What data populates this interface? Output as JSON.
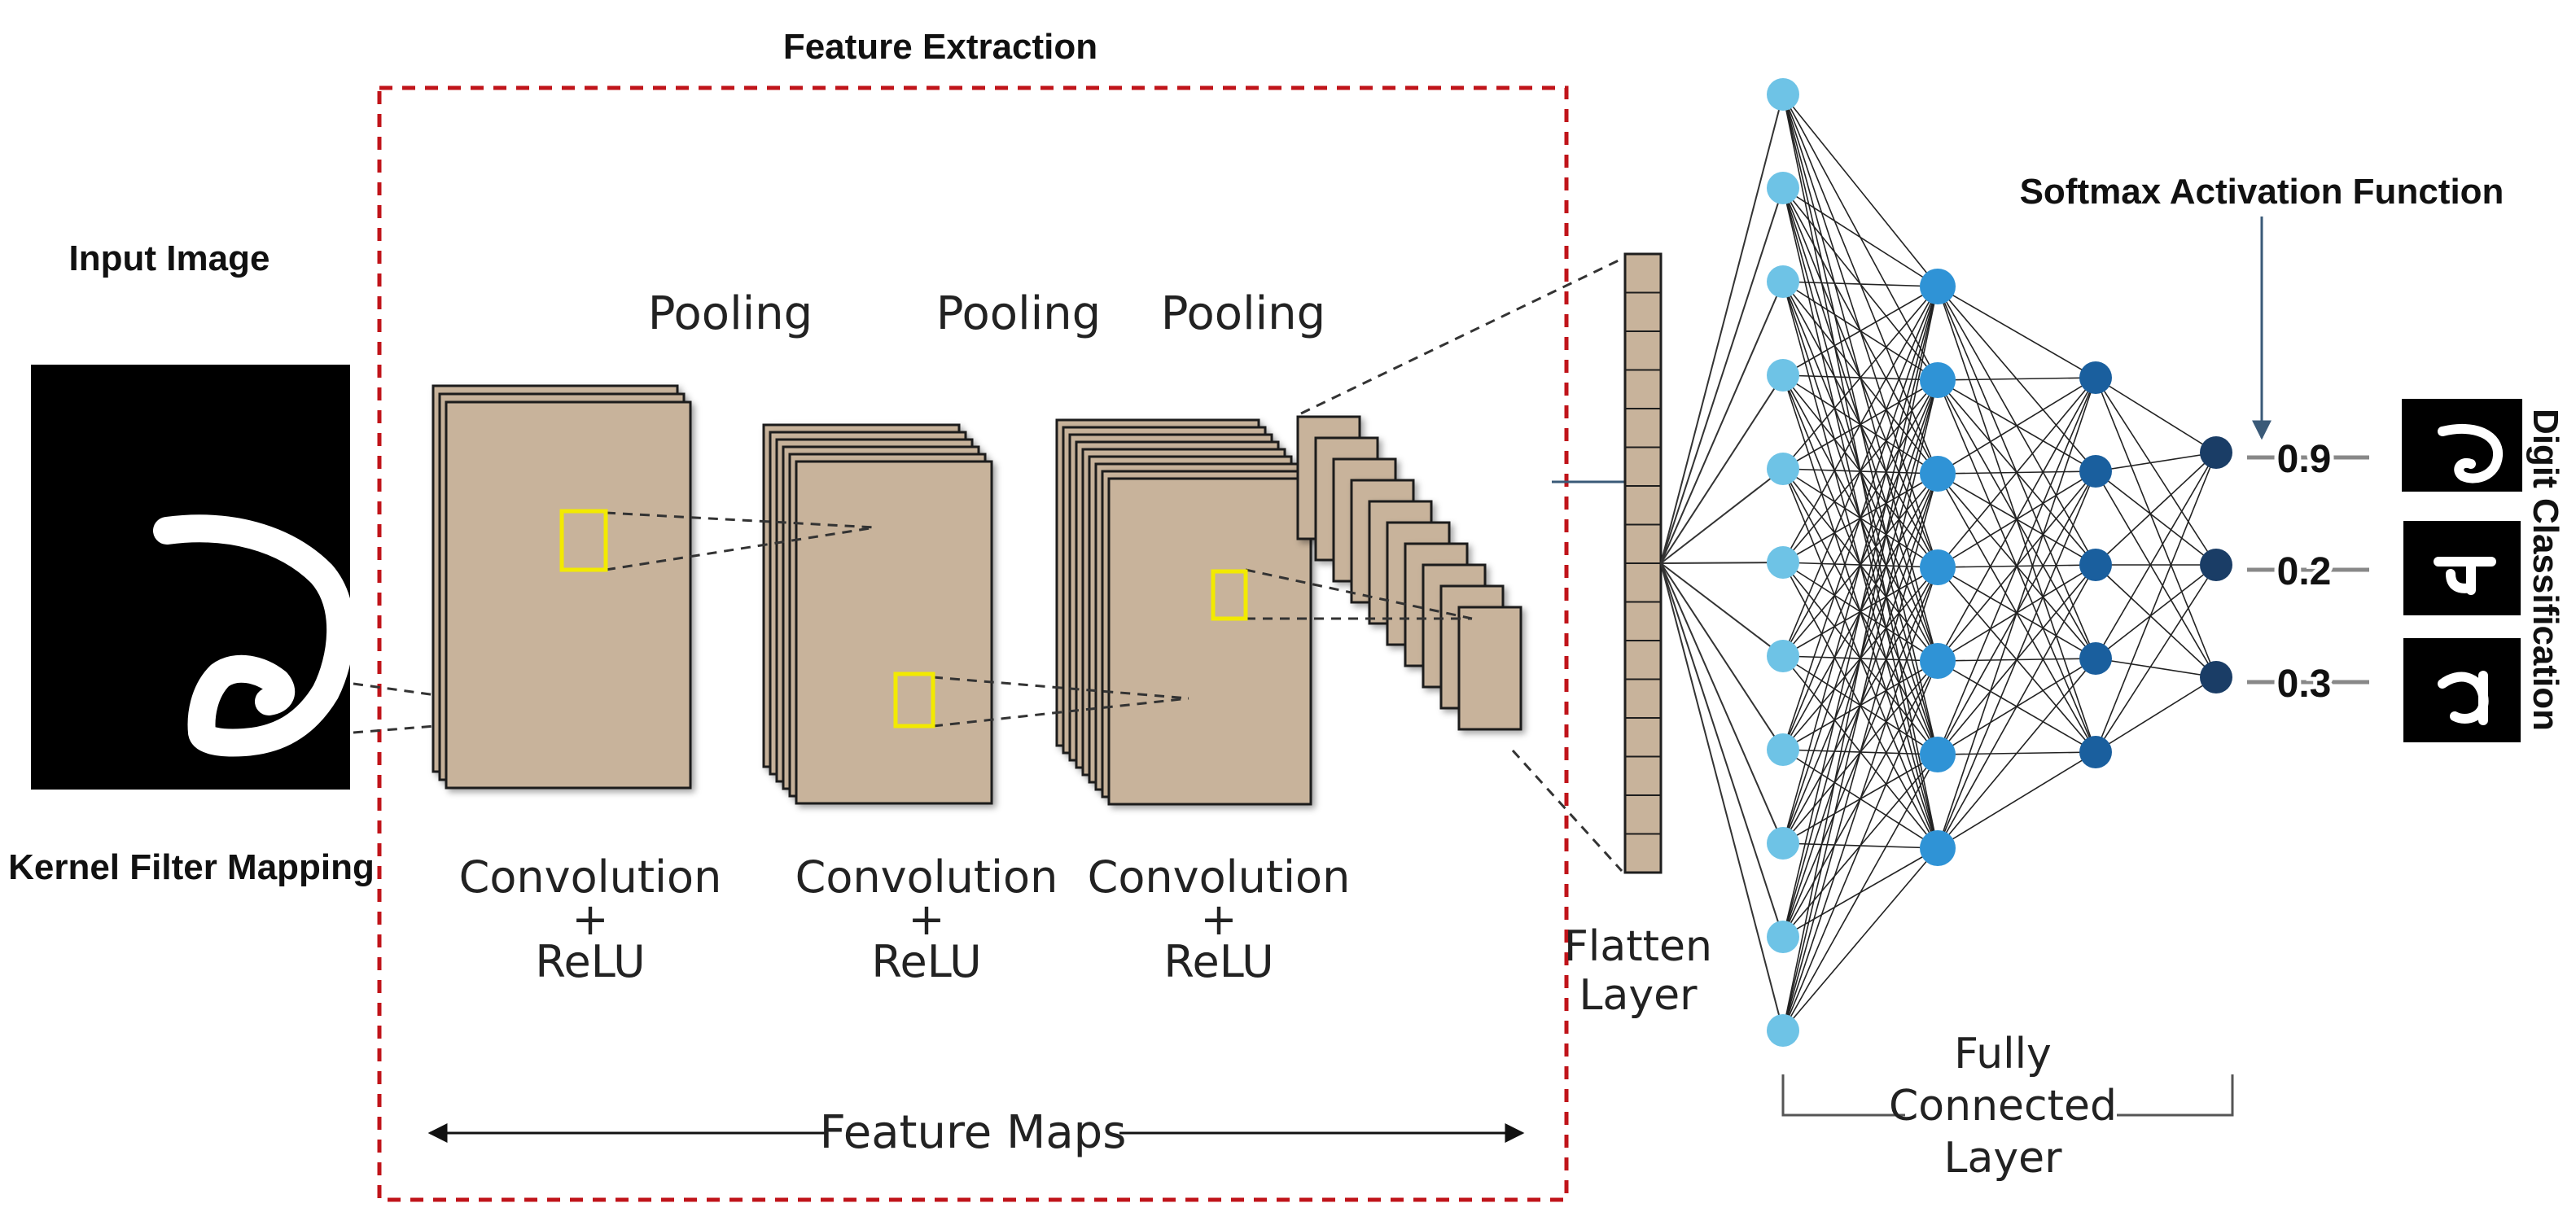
{
  "labels": {
    "feature_extraction": "Feature  Extraction",
    "input_image": "Input Image",
    "kernel_filter_mapping": "Kernel Filter Mapping",
    "pooling_1": "Pooling",
    "pooling_2": "Pooling",
    "pooling_3": "Pooling",
    "conv_1_a": "Convolution",
    "conv_1_b": "+",
    "conv_1_c": "ReLU",
    "conv_2_a": "Convolution",
    "conv_2_b": "+",
    "conv_2_c": "ReLU",
    "conv_3_a": "Convolution",
    "conv_3_b": "+",
    "conv_3_c": "ReLU",
    "feature_maps": "Feature  Maps",
    "flatten_a": "Flatten",
    "flatten_b": "Layer",
    "fc_a": "Fully",
    "fc_b": "Connected",
    "fc_c": "Layer",
    "softmax": "Softmax Activation Function",
    "digit_classification": "Digit Classification"
  },
  "outputs": [
    {
      "value": "0.9"
    },
    {
      "value": "0.2"
    },
    {
      "value": "0.3"
    }
  ],
  "network": {
    "layer_sizes": [
      11,
      7,
      5,
      3
    ]
  },
  "colors": {
    "feature_map": "#c8b39b",
    "dashed_box": "#c0141a",
    "kernel_box": "#f2ea00",
    "node_light": "#6ec3e6",
    "node_mid": "#2f93d6",
    "node_dark": "#1a5f9e",
    "node_output": "#1a3d66"
  }
}
